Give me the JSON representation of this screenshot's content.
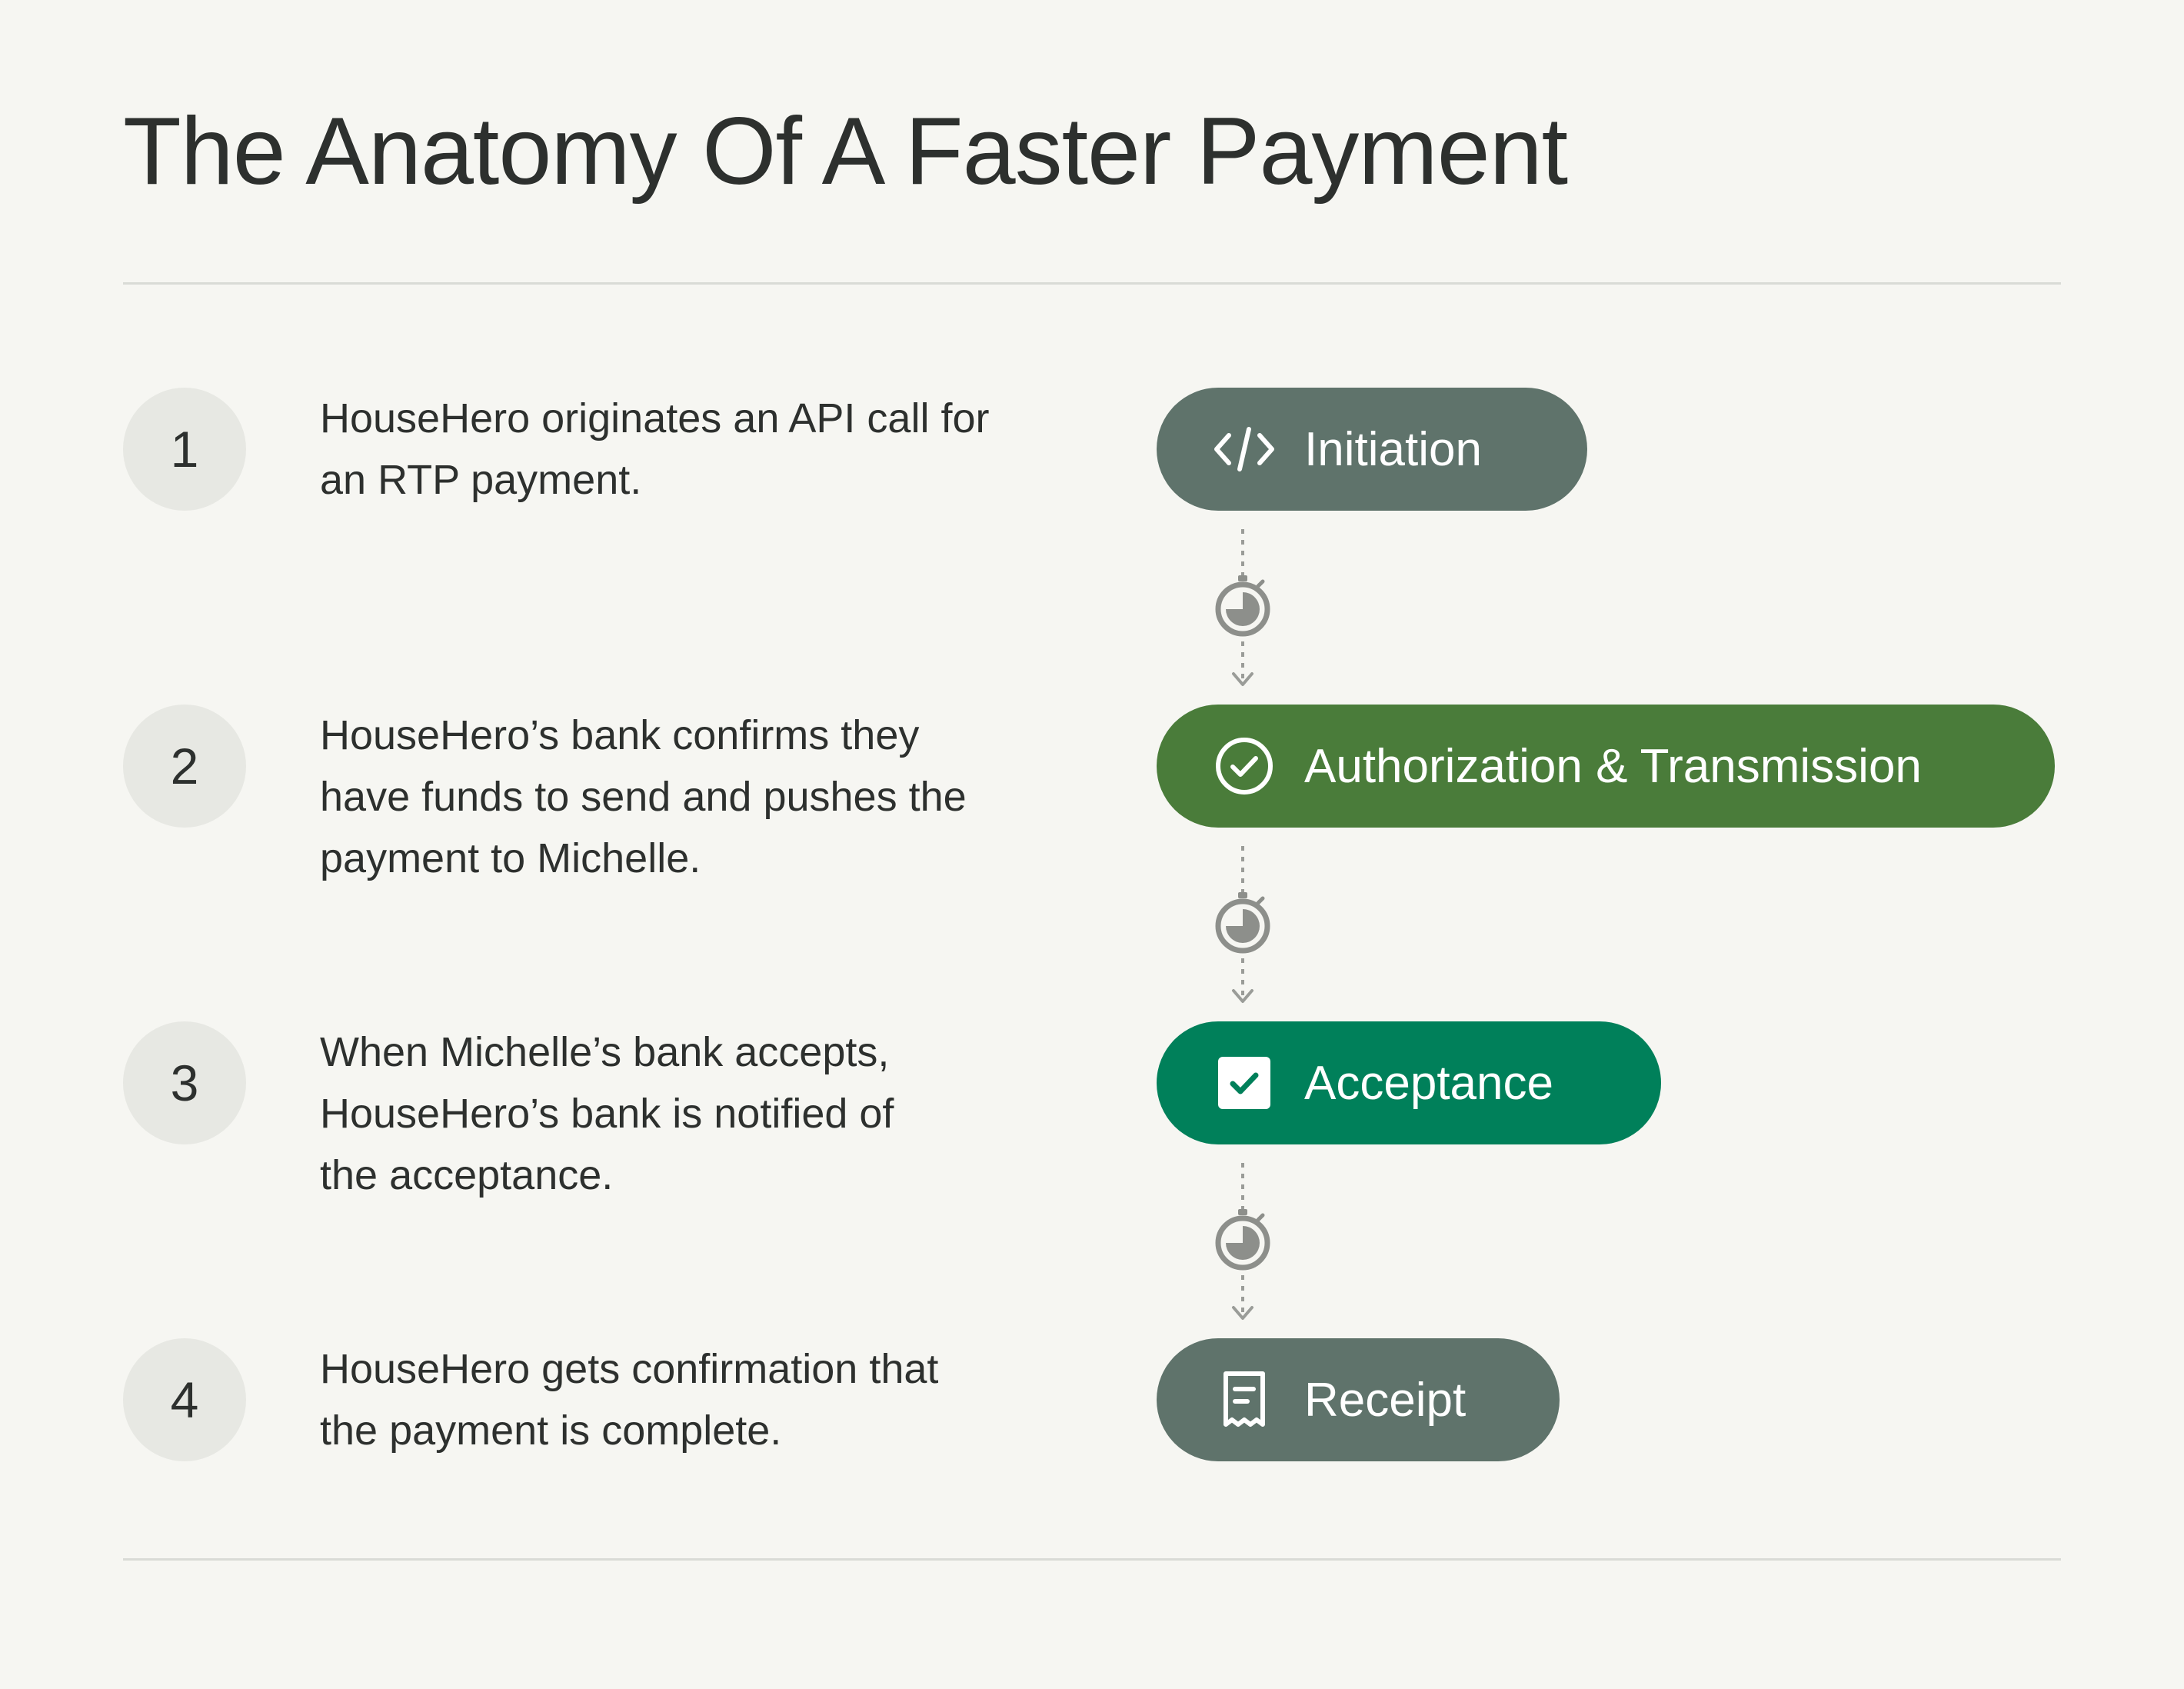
{
  "title": "The Anatomy Of A Faster Payment",
  "steps": [
    {
      "number": "1",
      "lines": [
        "HouseHero originates an API call for",
        "an RTP payment."
      ],
      "stage": "Initiation",
      "icon": "code-icon",
      "color": "#5f736b"
    },
    {
      "number": "2",
      "lines": [
        "HouseHero’s bank confirms they",
        "have funds to send and pushes the",
        "payment to Michelle."
      ],
      "stage": "Authorization & Transmission",
      "icon": "check-circle-icon",
      "color": "#4a7c3a"
    },
    {
      "number": "3",
      "lines": [
        "When Michelle’s bank accepts,",
        "HouseHero’s bank is notified of",
        "the acceptance."
      ],
      "stage": "Acceptance",
      "icon": "checkbox-icon",
      "color": "#00805a"
    },
    {
      "number": "4",
      "lines": [
        "HouseHero gets confirmation that",
        "the payment is complete."
      ],
      "stage": "Receipt",
      "icon": "receipt-icon",
      "color": "#5f736b"
    }
  ],
  "connector_icon": "stopwatch-icon"
}
